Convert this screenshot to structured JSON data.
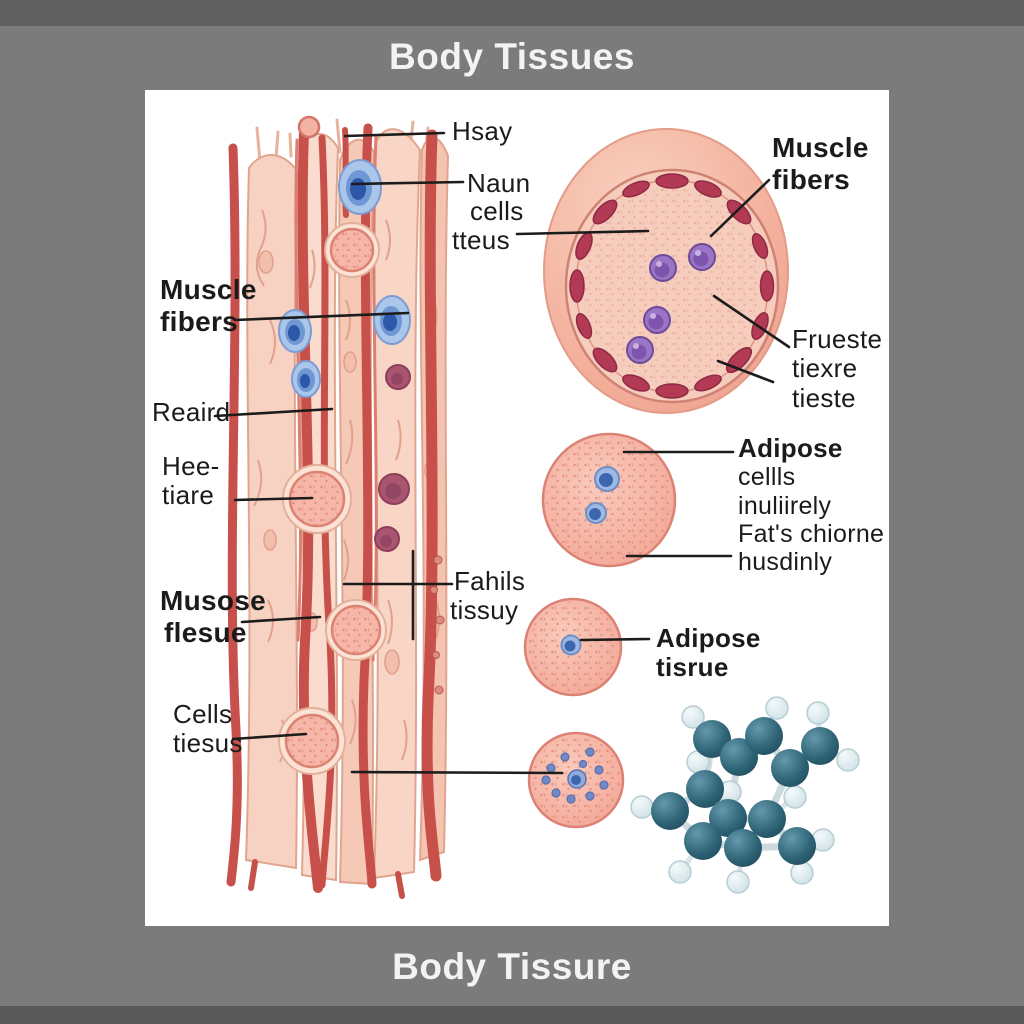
{
  "page": {
    "title_top": "Body Tissues",
    "title_bottom": "Body Tissure"
  },
  "labels": {
    "left": [
      {
        "name": "muscle-fibers-left",
        "bold": true,
        "lines": [
          "Muscle",
          "fibers"
        ]
      },
      {
        "name": "reaird",
        "bold": false,
        "lines": [
          "Reaird"
        ]
      },
      {
        "name": "hee-tiare",
        "bold": false,
        "lines": [
          "Hee-",
          "tiare"
        ]
      },
      {
        "name": "musose-flesue",
        "bold": true,
        "lines": [
          "Musose",
          "flesue"
        ]
      },
      {
        "name": "cells-tiesus",
        "bold": false,
        "lines": [
          "Cells",
          "tiesus"
        ]
      }
    ],
    "middle": [
      {
        "name": "hsay",
        "lines": [
          "Hsay"
        ]
      },
      {
        "name": "naun",
        "lines": [
          "Naun"
        ]
      },
      {
        "name": "cells-tteus",
        "lines": [
          "cells",
          "tteus"
        ]
      },
      {
        "name": "fahils-tissuy",
        "lines": [
          "Fahils",
          "tissuy"
        ]
      }
    ],
    "right": [
      {
        "name": "muscle-fibers-right",
        "bold": true,
        "lines": [
          "Muscle",
          "fibers"
        ]
      },
      {
        "name": "frueste-tiexre-tieste",
        "lines": [
          "Frueste",
          "tiexre",
          "tieste"
        ]
      },
      {
        "name": "adipose-cellls-inuliirely",
        "lines": [
          "Adipose",
          "cellls",
          "inuliirely"
        ]
      },
      {
        "name": "fats-chiorne-husdinly",
        "lines": [
          "Fat's chiorne",
          "husdinly"
        ]
      },
      {
        "name": "adipose-tisrue",
        "bold": true,
        "lines": [
          "Adipose",
          "tisrue"
        ]
      }
    ]
  },
  "illustrations": [
    "muscle-tissue-longitudinal",
    "muscle-cross-section",
    "adipose-cell-large",
    "adipose-cell-small",
    "adipose-cell-dotted",
    "fat-molecule-ball-and-stick"
  ],
  "colors": {
    "background": "#7b7b7b",
    "band": "#606060",
    "panel": "#ffffff",
    "title_text": "#f3f3f3",
    "label_text": "#1b1b1b",
    "tissue_fill": "#f8d5c5",
    "tissue_outline": "#e0a58e",
    "fiber_red": "#c7504a",
    "nucleus_blue": "#2f5dae",
    "nucleus_ring": "#aac6ea",
    "cell_purple": "#9b74c6",
    "ring_oval_red": "#b23a54",
    "maroon_cell": "#aa5570",
    "adipose_fill": "#f5b2a4",
    "molecule_carbon": "#2e6174",
    "molecule_hydrogen": "#d9e8ec"
  }
}
